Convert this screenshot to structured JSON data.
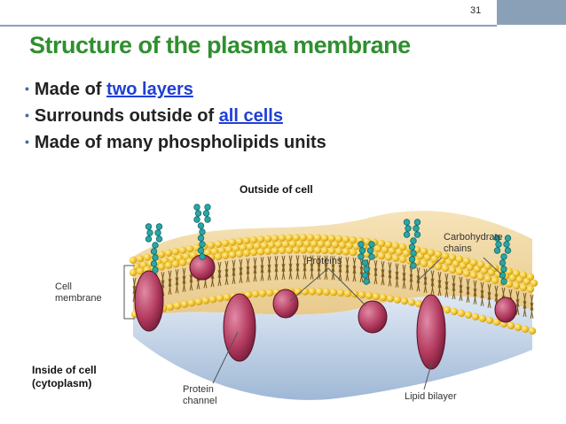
{
  "slide": {
    "number": "31",
    "title": "Structure of the plasma membrane",
    "bullets": [
      {
        "prefix": "Made of ",
        "link": "two layers",
        "suffix": ""
      },
      {
        "prefix": "Surrounds outside of ",
        "link": "all cells",
        "suffix": ""
      },
      {
        "prefix": "Made of many phospholipids units",
        "link": "",
        "suffix": ""
      }
    ]
  },
  "diagram": {
    "outside": "Outside of cell",
    "carbohydrate_line1": "Carbohydrate",
    "carbohydrate_line2": "chains",
    "proteins": "Proteins",
    "cell_membrane_line1": "Cell",
    "cell_membrane_line2": "membrane",
    "inside_line1": "Inside of cell",
    "inside_line2": "(cytoplasm)",
    "protein_channel_line1": "Protein",
    "protein_channel_line2": "channel",
    "lipid_bilayer": "Lipid bilayer"
  },
  "colors": {
    "title": "#2f8f2f",
    "link": "#1f3fd6",
    "header": "#8aa0b6",
    "lipid_head": "#f2c531",
    "protein": "#b23a5e",
    "carbohydrate": "#2aa6a6"
  }
}
